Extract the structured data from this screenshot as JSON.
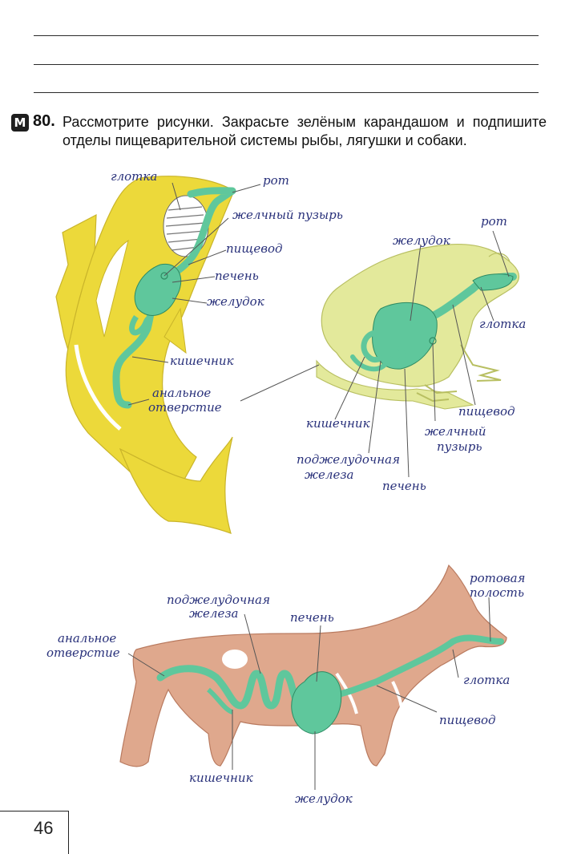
{
  "task": {
    "badge": "М",
    "number": "80.",
    "text": "Рассмотрите рисунки. Закрасьте зелёным карандашом и подпишите отделы пищеварительной системы рыбы, лягушки и собаки."
  },
  "fish": {
    "labels": {
      "pharynx": "глотка",
      "mouth": "рот",
      "gallbladder": "желчный пузырь",
      "esophagus": "пищевод",
      "liver": "печень",
      "stomach": "желудок",
      "intestine": "кишечник",
      "anus_1": "анальное",
      "anus_2": "отверстие"
    }
  },
  "frog": {
    "labels": {
      "mouth": "рот",
      "stomach": "желудок",
      "pharynx": "глотка",
      "esophagus": "пищевод",
      "gallbladder_1": "желчный",
      "gallbladder_2": "пузырь",
      "intestine": "кишечник",
      "pancreas_1": "поджелудочная",
      "pancreas_2": "железа",
      "liver": "печень"
    }
  },
  "dog": {
    "labels": {
      "oral_1": "ротовая",
      "oral_2": "полость",
      "pancreas_1": "поджелудочная",
      "pancreas_2": "железа",
      "liver": "печень",
      "anus_1": "анальное",
      "anus_2": "отверстие",
      "pharynx": "глотка",
      "esophagus": "пищевод",
      "intestine": "кишечник",
      "stomach": "желудок"
    }
  },
  "page_number": "46",
  "colors": {
    "fish_body": "#ecd93a",
    "frog_body": "#e3e99b",
    "dog_body": "#dfa88d",
    "organ_green": "#5fc79c",
    "ink": "#28307a"
  }
}
